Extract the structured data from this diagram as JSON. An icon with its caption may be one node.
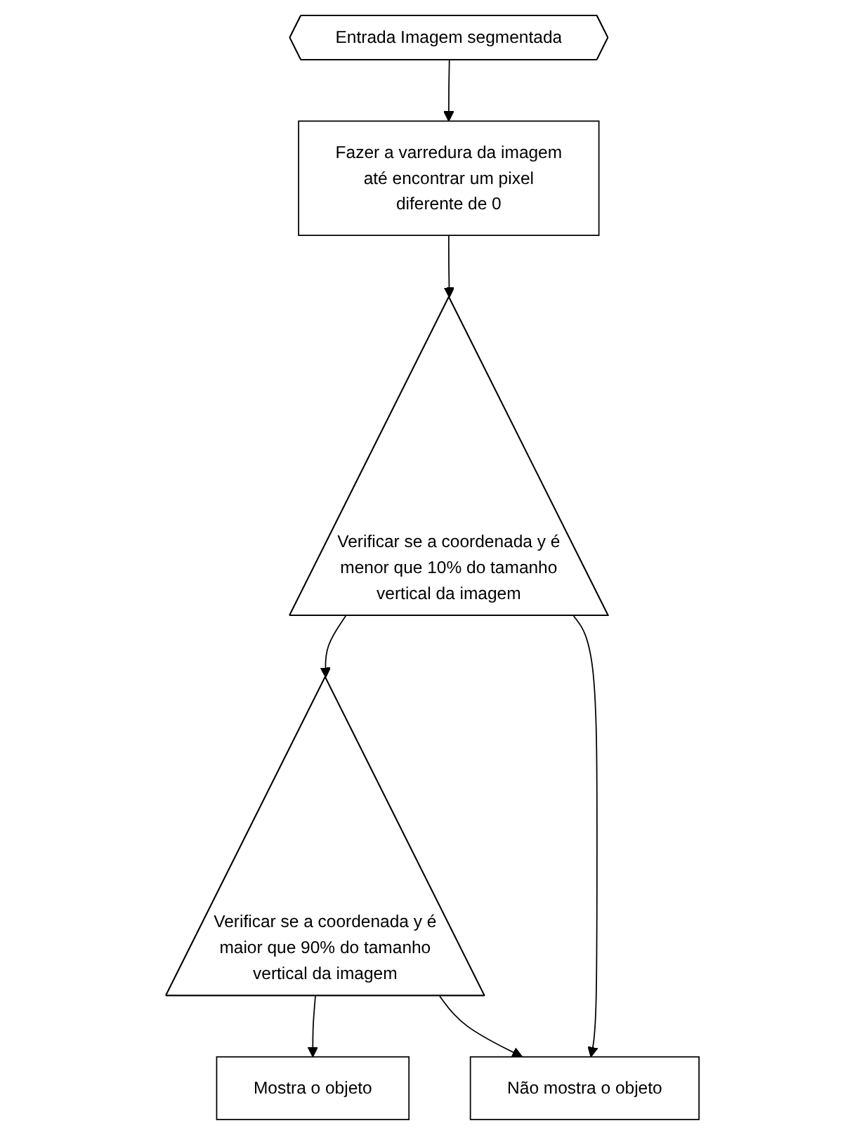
{
  "diagram": {
    "nodes": [
      {
        "text": [
          "Entrada Imagem segmentada"
        ]
      },
      {
        "text": [
          "Fazer a varredura da imagem até encontrar um pixel diferente de 0"
        ]
      },
      {
        "text": [
          "Verificar se a coordenada y é menor que 10% do tamanho vertical da imagem"
        ]
      },
      {
        "text": [
          "Verificar se a coordenada y é maior que 90% do tamanho vertical da imagem"
        ]
      },
      {
        "text": [
          "Não mostra o objeto"
        ]
      },
      {
        "text": [
          "Mostra o objeto"
        ]
      }
    ],
    "edges": [
      {
        "from": 0,
        "to": 1,
        "arrow": "to"
      },
      {
        "from": 1,
        "to": 2,
        "arrow": "to"
      },
      {
        "from": 2,
        "to": 3,
        "arrow": "to"
      },
      {
        "from": 3,
        "to": 5,
        "arrow": "to"
      },
      {
        "from": 2,
        "to": 4,
        "arrow": "to"
      },
      {
        "from": 3,
        "to": 4,
        "arrow": "to"
      }
    ]
  }
}
